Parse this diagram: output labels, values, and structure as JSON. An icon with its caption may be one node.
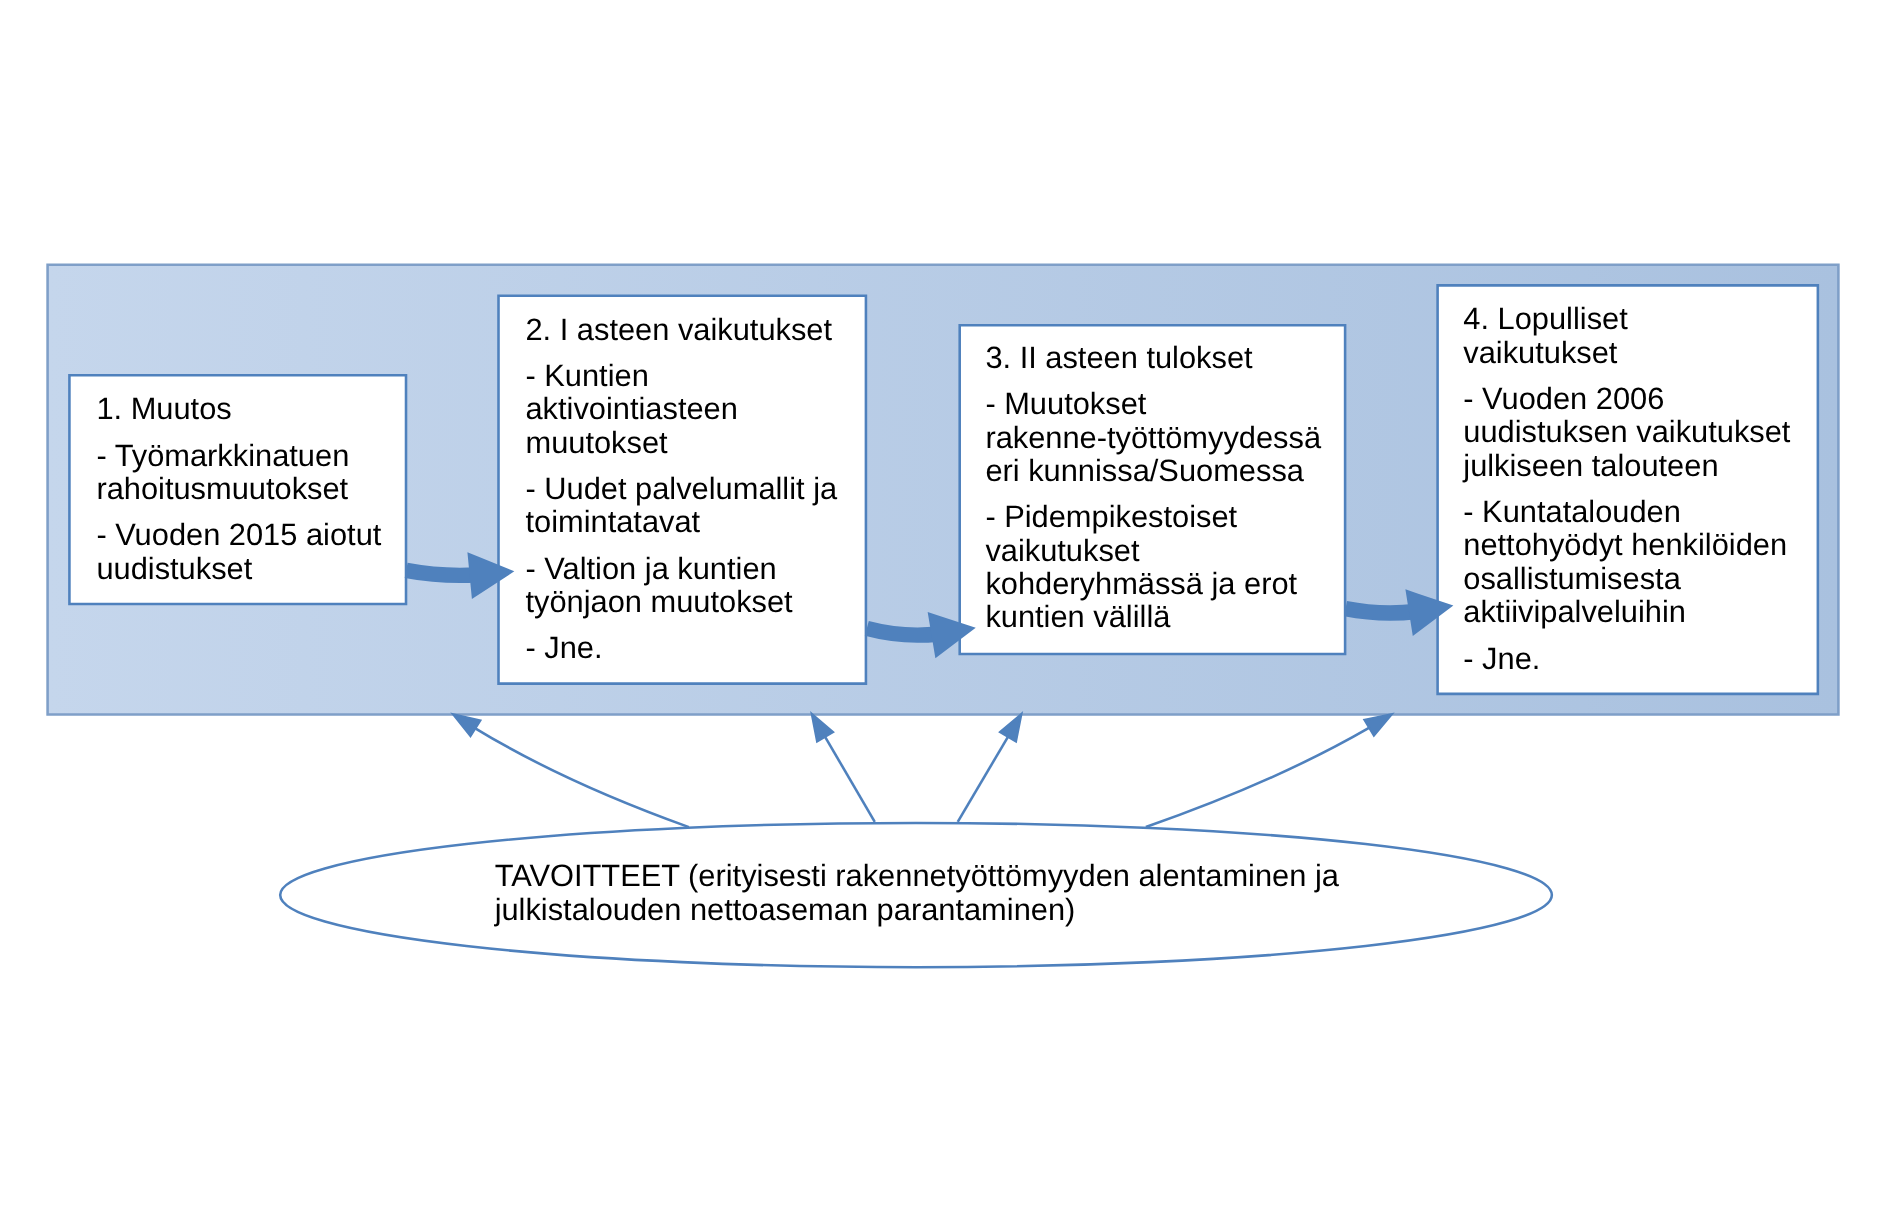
{
  "diagram": {
    "nodes": [
      {
        "text": [],
        "shape": "box"
      },
      {
        "text": [
          "1. Muutos",
          "- Työmarkkinatuen rahoitusmuutokset",
          "- Vuoden 2015 aiotut uudistukset"
        ],
        "in": 0
      },
      {
        "text": [
          "2. I asteen vaikutukset",
          "- Kuntien aktivointiasteen muutokset",
          "- Uudet palvelumallit ja toimintatavat",
          "- Valtion ja kuntien työnjaon muutokset",
          "- Jne."
        ],
        "in": 0
      },
      {
        "text": [
          "3. II asteen tulokset",
          "- Muutokset rakenne-työttömyydessä eri kunnissa/Suomessa",
          "- Pidempikestoiset vaikutukset kohderyhmässä ja erot kuntien välillä"
        ],
        "in": 0
      },
      {
        "text": [
          "4. Lopulliset vaikutukset",
          "- Vuoden 2006 uudistuksen vaikutukset julkiseen talouteen",
          "- Kuntatalouden nettohyödyt henkilöiden osallistumisesta aktiivipalveluihin",
          "- Jne."
        ],
        "in": 0
      },
      {
        "text": [
          "TAVOITTEET (erityisesti rakennetyöttömyyden alentaminen ja julkistalouden nettoaseman parantaminen)"
        ]
      }
    ],
    "edges": [
      {
        "from": 1,
        "to": 2,
        "arrow": "to",
        "style": "thick"
      },
      {
        "from": 2,
        "to": 3,
        "arrow": "to",
        "style": "thick"
      },
      {
        "from": 3,
        "to": 4,
        "arrow": "to",
        "style": "thick"
      },
      {
        "from": 5,
        "to": 0,
        "arrow": "to"
      },
      {
        "from": 5,
        "to": 0,
        "arrow": "to"
      },
      {
        "from": 5,
        "to": 0,
        "arrow": "to"
      },
      {
        "from": 5,
        "to": 0,
        "arrow": "to"
      }
    ]
  }
}
